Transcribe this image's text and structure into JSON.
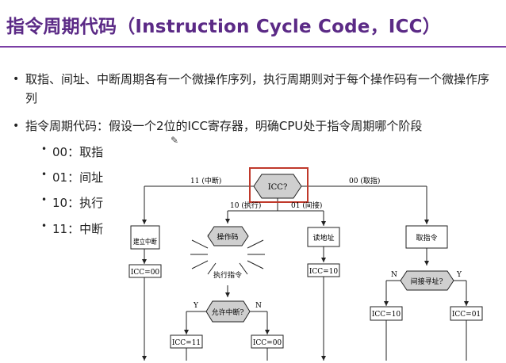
{
  "slide": {
    "title": "指令周期代码（Instruction Cycle Code，ICC）",
    "bullets": [
      "取指、间址、中断周期各有一个微操作序列，执行周期则对于每个操作码有一个微操作序列",
      "指令周期代码：假设一个2位的ICC寄存器，明确CPU处于指令周期哪个阶段"
    ],
    "sub_bullets": [
      "00：取指",
      "01：间址",
      "10：执行",
      "11：中断"
    ]
  },
  "diagram": {
    "icc_node": "ICC?",
    "branch_labels": {
      "b11": "11 (中断)",
      "b00": "00 (取指)",
      "b10": "10 (执行)",
      "b01": "01 (间接)"
    },
    "boxes": {
      "setup_interrupt": "建立中断",
      "read_address": "读地址",
      "fetch": "取指令",
      "icc00_left": "ICC=00",
      "icc10_mid": "ICC=10",
      "icc11": "ICC=11",
      "icc00_bottom": "ICC=00",
      "icc10_right": "ICC=10",
      "icc01": "ICC=01"
    },
    "decisions": {
      "opcode": "操作码",
      "allow_interrupt": "允许中断?",
      "indirect": "间接寻址?"
    },
    "execute_label": "执行指令",
    "yes": "Y",
    "no": "N",
    "colors": {
      "highlight": "#c0392b",
      "decision_fill": "#cfcfcf",
      "title": "#5b2a86"
    }
  }
}
